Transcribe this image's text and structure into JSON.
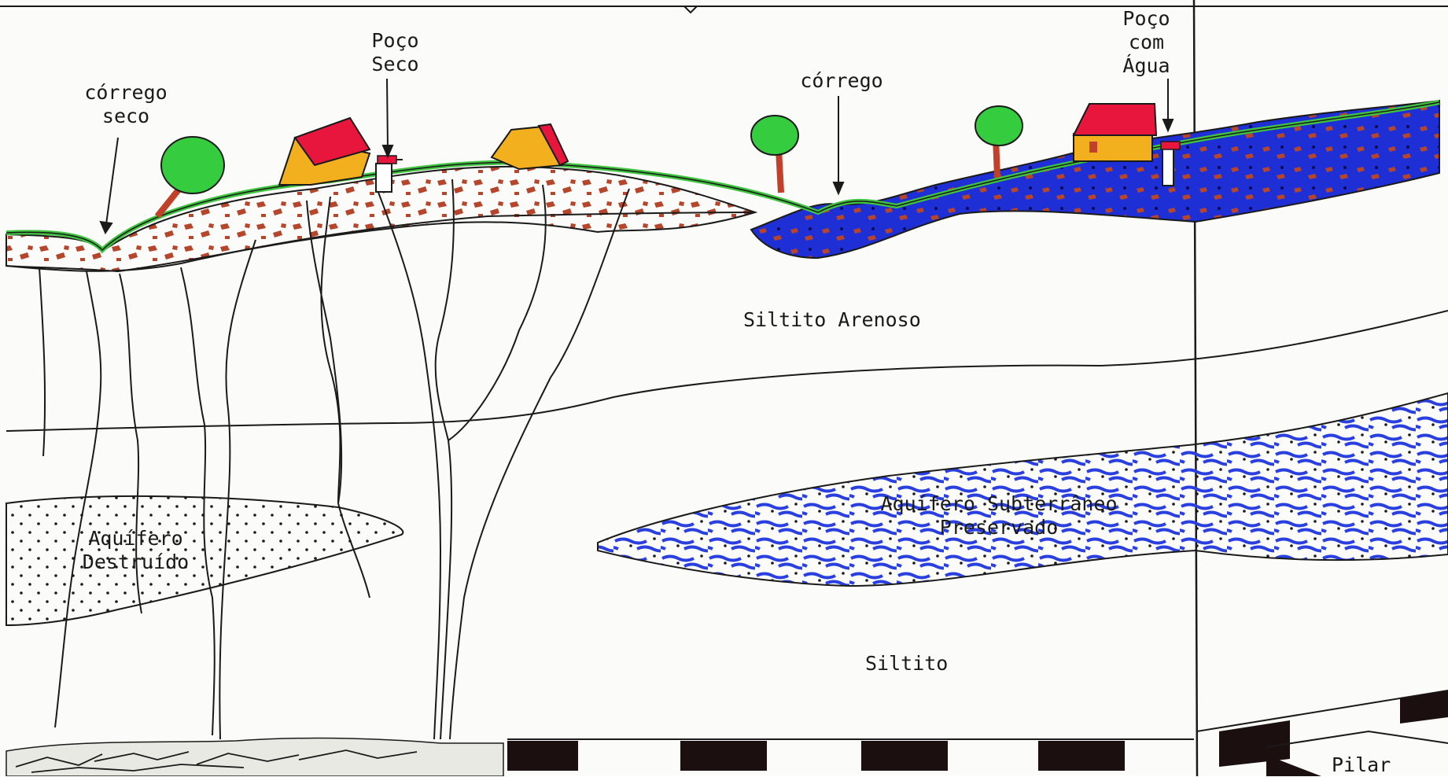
{
  "labels": {
    "corrego_seco": "córrego\nseco",
    "poco_seco": "Poço\nSeco",
    "corrego": "córrego",
    "poco_com_agua": "Poço\ncom\nÁgua",
    "siltito_arenoso": "Siltito Arenoso",
    "aquifero_destruido": "Aquífero\nDestruído",
    "aquifero_preservado": "Aquífero Subterrâneo\nPreservado",
    "siltito": "Siltito",
    "pilar": "Pilar"
  },
  "colors": {
    "ink": "#1a1a1a",
    "grass": "#3fc43f",
    "soil_pebble": "#b5452b",
    "water_blue": "#1f2fd6",
    "aquifer_blue": "#2a3fe0",
    "roof_red": "#e8163c",
    "wall_yellow": "#f2b01e",
    "tree_green": "#35cc3f",
    "trunk": "#c0402a",
    "pillar_black": "#1b0f0f"
  }
}
